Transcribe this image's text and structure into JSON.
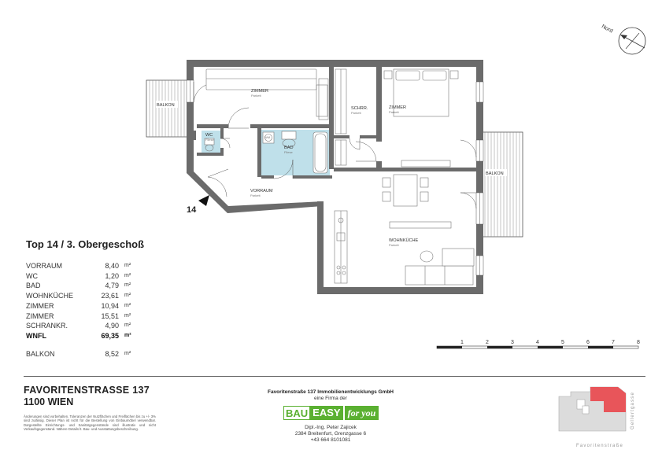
{
  "plan": {
    "unit_number": "14",
    "north_label": "Nord",
    "rooms": [
      {
        "name": "ZIMMER",
        "floor": "Parkett"
      },
      {
        "name": "SCHRR.",
        "floor": "Parkett"
      },
      {
        "name": "ZIMMER",
        "floor": "Parkett"
      },
      {
        "name": "WC",
        "floor": "Fliese"
      },
      {
        "name": "BAD",
        "floor": "Fliese"
      },
      {
        "name": "VORRAUM",
        "floor": "Parkett"
      },
      {
        "name": "WOHNKÜCHE",
        "floor": "Parkett"
      }
    ],
    "balconies": [
      "BALKON",
      "BALKON"
    ],
    "wm_label": "WM"
  },
  "unit_title": "Top 14 / 3. Obergeschoß",
  "areas": [
    {
      "name": "VORRAUM",
      "value": "8,40",
      "unit": "m²"
    },
    {
      "name": "WC",
      "value": "1,20",
      "unit": "m²"
    },
    {
      "name": "BAD",
      "value": "4,79",
      "unit": "m²"
    },
    {
      "name": "WOHNKÜCHE",
      "value": "23,61",
      "unit": "m²"
    },
    {
      "name": "ZIMMER",
      "value": "10,94",
      "unit": "m²"
    },
    {
      "name": "ZIMMER",
      "value": "15,51",
      "unit": "m²"
    },
    {
      "name": "SCHRANKR.",
      "value": "4,90",
      "unit": "m²"
    },
    {
      "name": "WNFL",
      "value": "69,35",
      "unit": "m²"
    }
  ],
  "balcony_area": {
    "name": "BALKON",
    "value": "8,52",
    "unit": "m²"
  },
  "scale_labels": [
    "1",
    "2",
    "3",
    "4",
    "5",
    "6",
    "7",
    "8"
  ],
  "address_line1": "FAVORITENSTRASSE  137",
  "address_line2": "1100 WIEN",
  "disclaimer": "Änderungen sind vorbehalten, Toleranzen der Nutzflächen und Freiflächen bis zu +/- 3% sind zulässig. Dieser Plan ist nicht für die Bestellung von Einbaumöbel verwendbar. Dargestellte Einrichtungs- und Sanitärgegenstände sind illustrativ und nicht Verkaufsgegenstand. Nähere Details lt. Bau- und Ausstattungsbeschreibung.",
  "company": "Favoritenstraße 137 Immobilienentwicklungs GmbH",
  "firma": "eine Firma der",
  "logo": {
    "bau": "BAU",
    "easy": "EASY",
    "foryou": "for you",
    "color": "#5ab031"
  },
  "contact": [
    "Dipl.-Ing. Peter Zajicek",
    "2384 Breitenfurt, Grenzgasse 6",
    "+43 664 8101081"
  ],
  "site": {
    "street_bottom": "Favoritenstraße",
    "street_side": "Gellertgasse",
    "highlight_color": "#e8555a"
  }
}
